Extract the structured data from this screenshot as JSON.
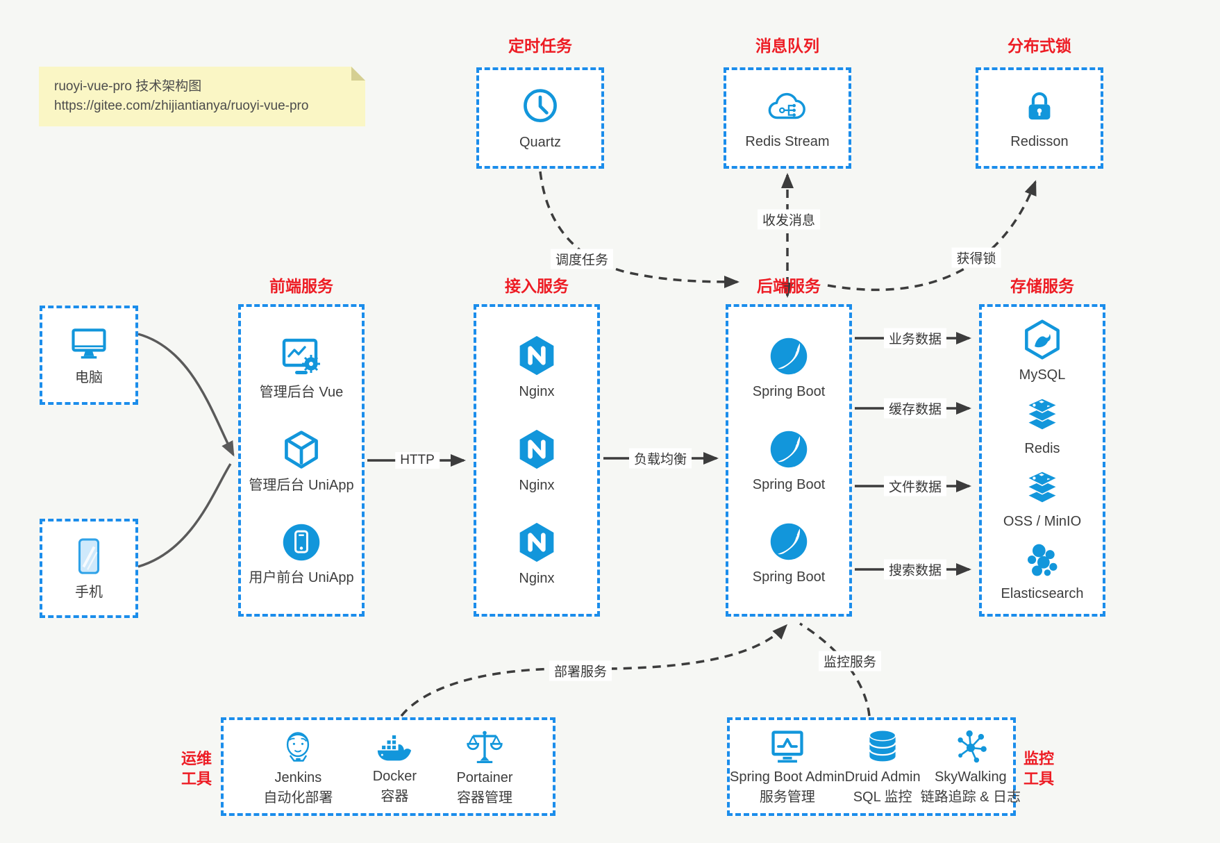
{
  "note": {
    "line1": "ruoyi-vue-pro 技术架构图",
    "line2": "https://gitee.com/zhijiantianya/ruoyi-vue-pro"
  },
  "top_sections": [
    {
      "title": "定时任务",
      "item": {
        "icon": "clock-icon",
        "label": "Quartz"
      }
    },
    {
      "title": "消息队列",
      "item": {
        "icon": "cloud-mq-icon",
        "label": "Redis Stream"
      }
    },
    {
      "title": "分布式锁",
      "item": {
        "icon": "lock-icon",
        "label": "Redisson"
      }
    }
  ],
  "clients": [
    {
      "icon": "desktop-icon",
      "label": "电脑"
    },
    {
      "icon": "smartphone-icon",
      "label": "手机"
    }
  ],
  "columns": [
    {
      "title": "前端服务",
      "items": [
        {
          "icon": "admin-vue-icon",
          "label": "管理后台 Vue"
        },
        {
          "icon": "uniapp-cube-icon",
          "label": "管理后台 UniApp"
        },
        {
          "icon": "user-uniapp-icon",
          "label": "用户前台 UniApp"
        }
      ]
    },
    {
      "title": "接入服务",
      "items": [
        {
          "icon": "nginx-icon",
          "label": "Nginx"
        },
        {
          "icon": "nginx-icon",
          "label": "Nginx"
        },
        {
          "icon": "nginx-icon",
          "label": "Nginx"
        }
      ]
    },
    {
      "title": "后端服务",
      "items": [
        {
          "icon": "spring-boot-icon",
          "label": "Spring Boot"
        },
        {
          "icon": "spring-boot-icon",
          "label": "Spring Boot"
        },
        {
          "icon": "spring-boot-icon",
          "label": "Spring Boot"
        }
      ]
    },
    {
      "title": "存储服务",
      "items": [
        {
          "icon": "mysql-icon",
          "label": "MySQL"
        },
        {
          "icon": "redis-icon",
          "label": "Redis"
        },
        {
          "icon": "oss-icon",
          "label": "OSS / MinIO"
        },
        {
          "icon": "elasticsearch-icon",
          "label": "Elasticsearch"
        }
      ]
    }
  ],
  "bottom_sections": [
    {
      "side_label": "运维\n工具",
      "items": [
        {
          "icon": "jenkins-icon",
          "line1": "Jenkins",
          "line2": "自动化部署"
        },
        {
          "icon": "docker-icon",
          "line1": "Docker",
          "line2": "容器"
        },
        {
          "icon": "portainer-icon",
          "line1": "Portainer",
          "line2": "容器管理"
        }
      ]
    },
    {
      "side_label": "监控\n工具",
      "items": [
        {
          "icon": "sba-icon",
          "line1": "Spring Boot Admin",
          "line2": "服务管理"
        },
        {
          "icon": "druid-icon",
          "line1": "Druid Admin",
          "line2": "SQL 监控"
        },
        {
          "icon": "skywalking-icon",
          "line1": "SkyWalking",
          "line2": "链路追踪 & 日志"
        }
      ]
    }
  ],
  "edge_labels": {
    "http": "HTTP",
    "load_balance": "负载均衡",
    "dispatch": "调度任务",
    "messaging": "收发消息",
    "lock": "获得锁",
    "business": "业务数据",
    "cache": "缓存数据",
    "file": "文件数据",
    "search": "搜索数据",
    "deploy": "部署服务",
    "monitor": "监控服务"
  },
  "colors": {
    "accent_blue": "#1296db",
    "border_blue": "#1b8deb",
    "title_red": "#ed1c24",
    "note_bg": "#faf6c5",
    "line_dark": "#3c3c3c"
  }
}
